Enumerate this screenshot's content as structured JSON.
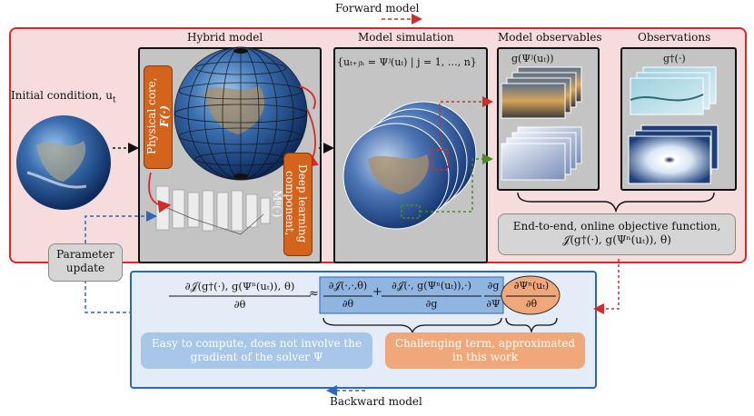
{
  "top_label": "Forward model",
  "bottom_label": "Backward model",
  "initial_condition": "Initial condition, u",
  "initial_condition_sub": "t",
  "hybrid_title": "Hybrid model",
  "physical_core_line1": "Physical core,",
  "physical_core_line2": "F(·)",
  "dl_line1": "Deep learning",
  "dl_line2": "component, M",
  "dl_line2_sub": "θ",
  "dl_line2_tail": "(·)",
  "simulation_title": "Model simulation",
  "simulation_formula": "{uₜ₊ⱼₕ = Ψʲ(uₜ) | j = 1, …, n}",
  "observables_title": "Model observables",
  "observables_formula": "g(Ψʲ(uₜ))",
  "observations_title": "Observations",
  "observations_formula": "g†(·)",
  "objective_line1": "End-to-end, online objective function,",
  "objective_line2": "𝒥(g†(·), g(Ψⁿ(uₜ)), θ)",
  "param_update_line1": "Parameter",
  "param_update_line2": "update",
  "grad_lhs_num": "∂𝒥(g†(·), g(Ψⁿ(uₜ)), θ)",
  "grad_lhs_den": "∂θ",
  "grad_approx": "≈",
  "grad_t1_num": "∂𝒥(·,·,θ)",
  "grad_t1_den": "∂θ",
  "grad_plus": "+",
  "grad_t2_num": "∂𝒥(·, g(Ψⁿ(uₜ)),·)",
  "grad_t2_den": "∂g",
  "grad_t3_num": "∂g",
  "grad_t3_den": "∂Ψ",
  "grad_t4_num": "∂Ψⁿ(uₜ)",
  "grad_t4_den": "∂θ",
  "easy_line1": "Easy to compute, does not involve the",
  "easy_line2": "gradient of the solver Ψ",
  "hard_line1": "Challenging term, approximated",
  "hard_line2": "in this work",
  "colors": {
    "red": "#d42a2a",
    "blue": "#2e66b8",
    "orange": "#d4631c",
    "green": "#4a8a2a"
  }
}
